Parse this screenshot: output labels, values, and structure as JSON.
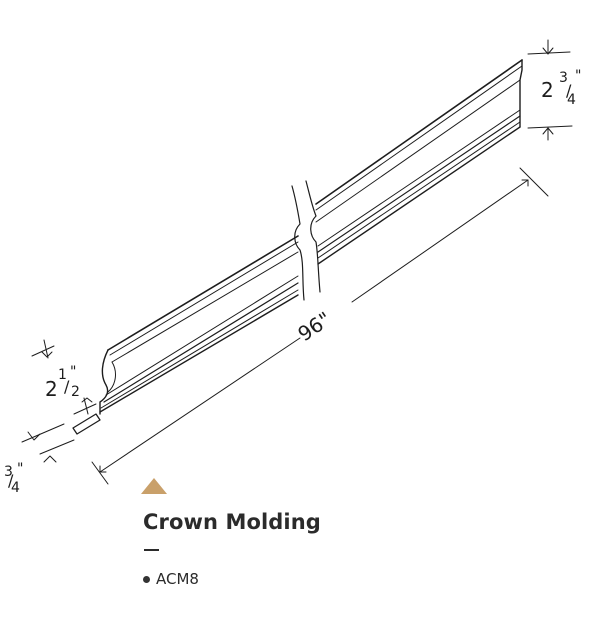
{
  "product": {
    "title": "Crown Molding",
    "sku": "ACM8",
    "accent_color": "#c9a06a"
  },
  "dimensions": {
    "length": "96\"",
    "height_right_whole": "2",
    "height_right_num": "3",
    "height_right_den": "4",
    "height_left_whole": "2",
    "height_left_num": "1",
    "height_left_den": "2",
    "thickness_num": "3",
    "thickness_den": "4",
    "inch_mark": "\""
  }
}
